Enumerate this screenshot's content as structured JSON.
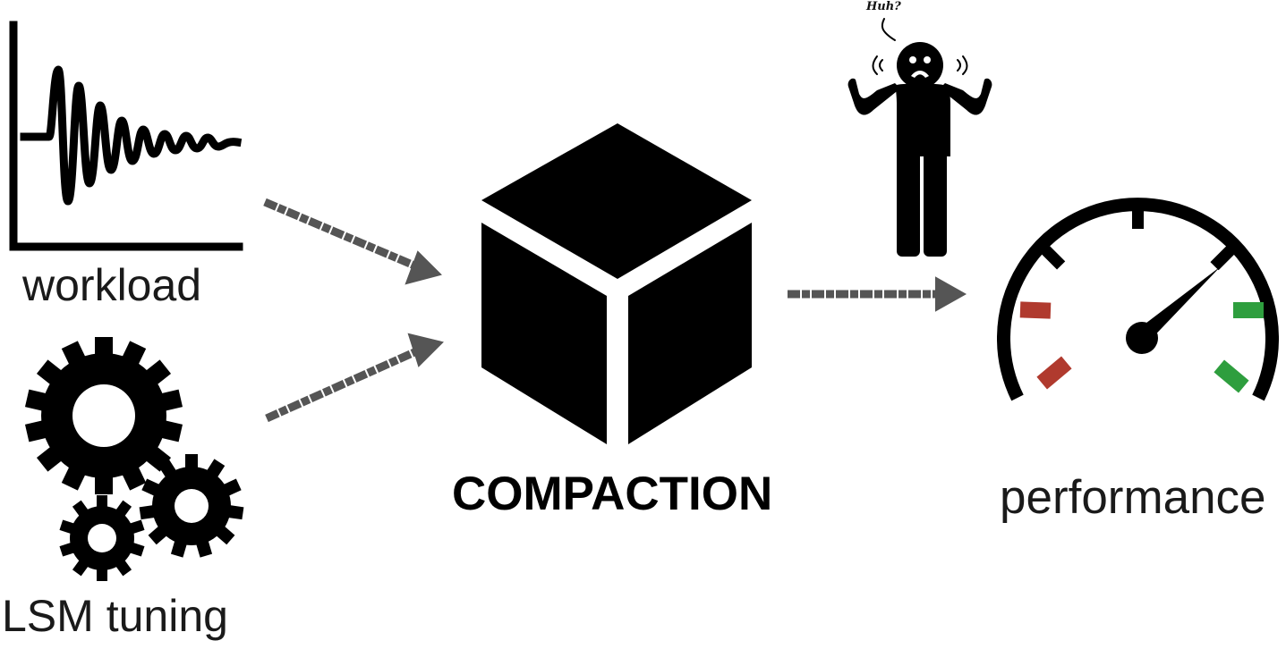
{
  "labels": {
    "workload": "workload",
    "tuning": "LSM tuning",
    "compaction": "COMPACTION",
    "performance": "performance",
    "speech": "Huh?"
  },
  "icons": [
    "workload-chart-icon",
    "gears-icon",
    "cube-icon",
    "confused-person-icon",
    "speedometer-icon",
    "arrow-icon"
  ],
  "colors": {
    "ink": "#000000",
    "arrow": "#555555",
    "gauge_red": "#b03a2e",
    "gauge_green": "#2e9e3e"
  }
}
